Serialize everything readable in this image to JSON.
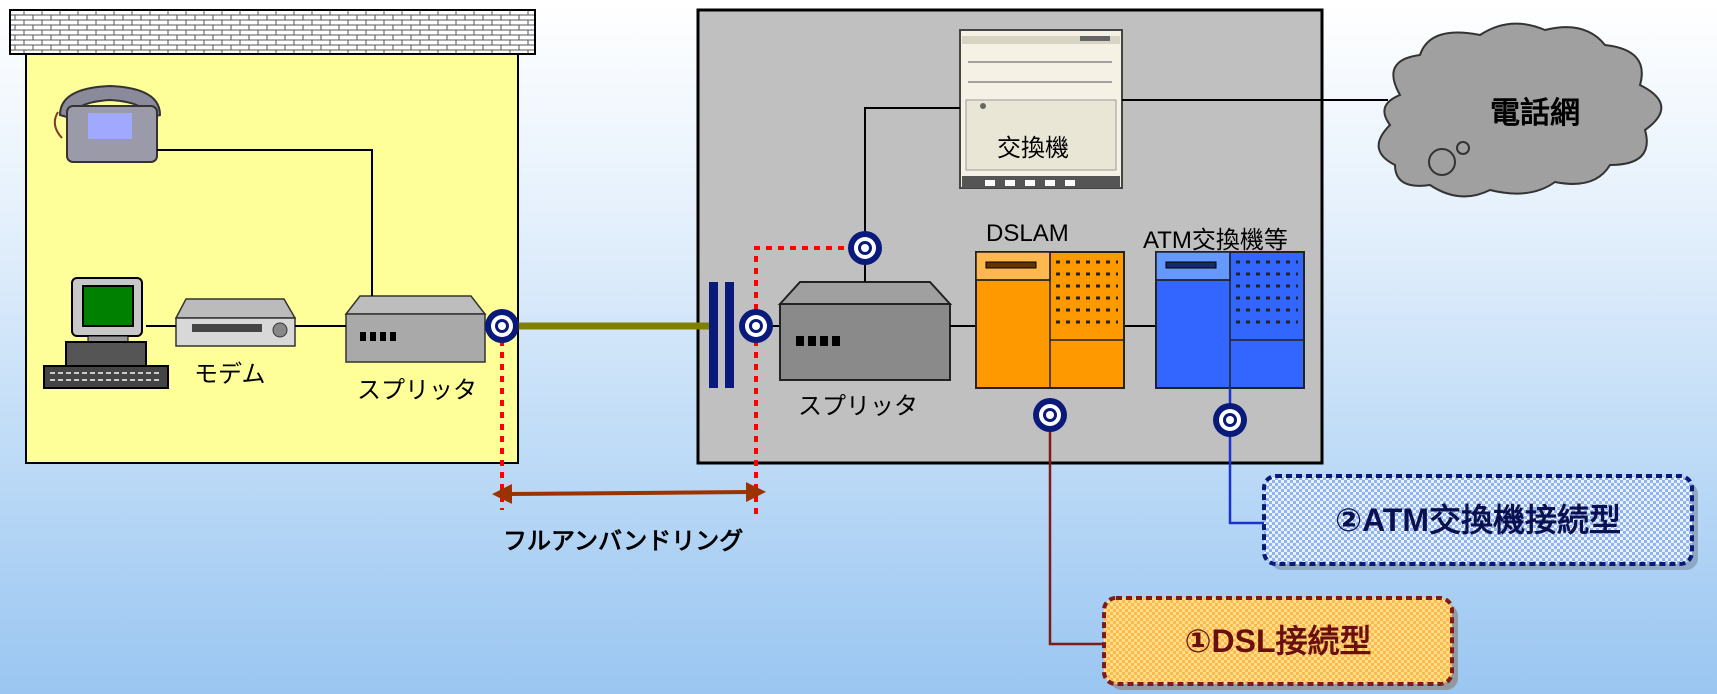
{
  "home": {
    "modem_label": "モデム",
    "splitter_label": "スプリッタ"
  },
  "office": {
    "exchange_label": "交換機",
    "splitter_label": "スプリッタ",
    "dslam_label": "DSLAM",
    "atm_label": "ATM交換機等"
  },
  "network": {
    "cloud_label": "電話網"
  },
  "unbundling": {
    "label": "フルアンバンドリング"
  },
  "connection_types": {
    "dsl": "①DSL接続型",
    "atm": "②ATM交換機接続型"
  },
  "colors": {
    "home_bg": "#ffff99",
    "office_bg": "#c0c0c0",
    "dslam": "#ff9900",
    "atm": "#3366ff",
    "line_main": "#808000",
    "dsl_line": "#7f1a1a",
    "atm_line": "#1a33cc",
    "unbundle_arrow": "#993300",
    "dotted": "#ff0000",
    "connector": "#0a1a7a"
  }
}
